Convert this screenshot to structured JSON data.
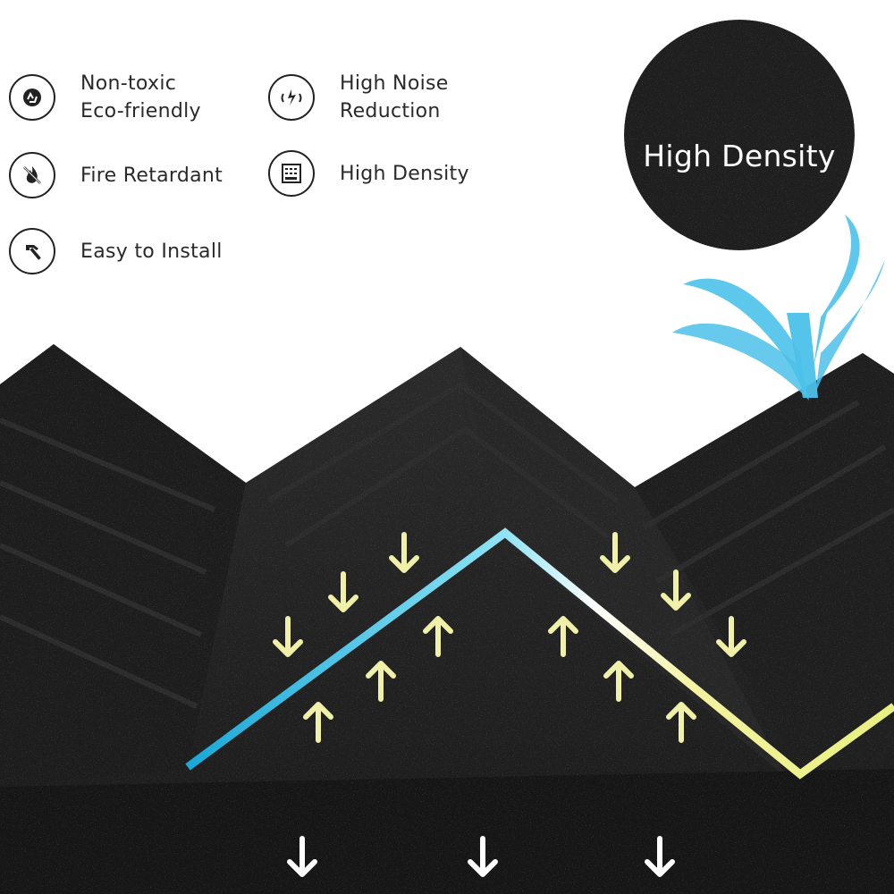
{
  "features": [
    {
      "id": "non-toxic",
      "icon": "recycle-icon",
      "lines": [
        "Non-toxic",
        "Eco-friendly"
      ]
    },
    {
      "id": "noise-reduction",
      "icon": "sound-wave-icon",
      "lines": [
        "High Noise",
        "Reduction"
      ]
    },
    {
      "id": "fire-retardant",
      "icon": "no-fire-icon",
      "lines": [
        "Fire Retardant"
      ]
    },
    {
      "id": "high-density",
      "icon": "dense-grid-icon",
      "lines": [
        "High Density"
      ]
    },
    {
      "id": "easy-install",
      "icon": "hammer-icon",
      "lines": [
        "Easy to Install"
      ]
    }
  ],
  "badge": {
    "text": "High Density"
  },
  "colors": {
    "foam": "#222222",
    "foam_dark": "#121212",
    "sound_blue": "#2fb8df",
    "arrow_yellow": "#f1f0a8",
    "arrow_white": "#ffffff",
    "text": "#2a2a2a"
  }
}
